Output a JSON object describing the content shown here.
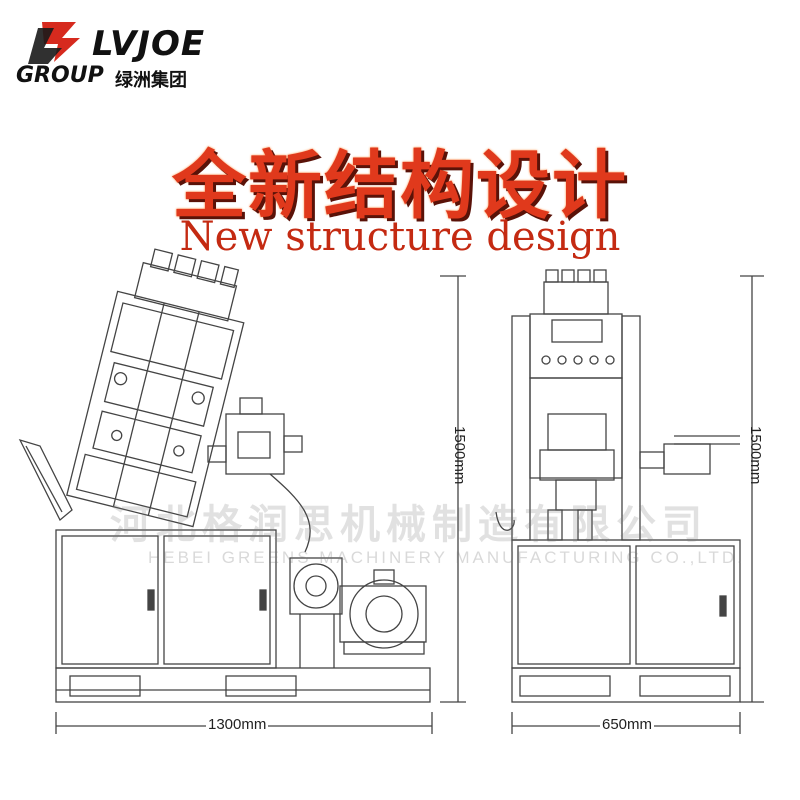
{
  "logo": {
    "brand": "LVJOE",
    "group": "GROUP",
    "group_cn": "绿洲集团",
    "icon": "lvjoe-logo-icon"
  },
  "title_cn": "全新结构设计",
  "title_en": "New structure design",
  "watermark": {
    "cn": "河北格润思机械制造有限公司",
    "en": "HEBEI GREENS MACHINERY MANUFACTURING CO.,LTD."
  },
  "dimensions": {
    "left_width": "1300mm",
    "left_height": "1500mm",
    "right_width": "650mm",
    "right_height": "1500mm"
  },
  "colors": {
    "title_red": "#e0391c",
    "logo_red": "#d62a1e",
    "line": "#444444"
  }
}
